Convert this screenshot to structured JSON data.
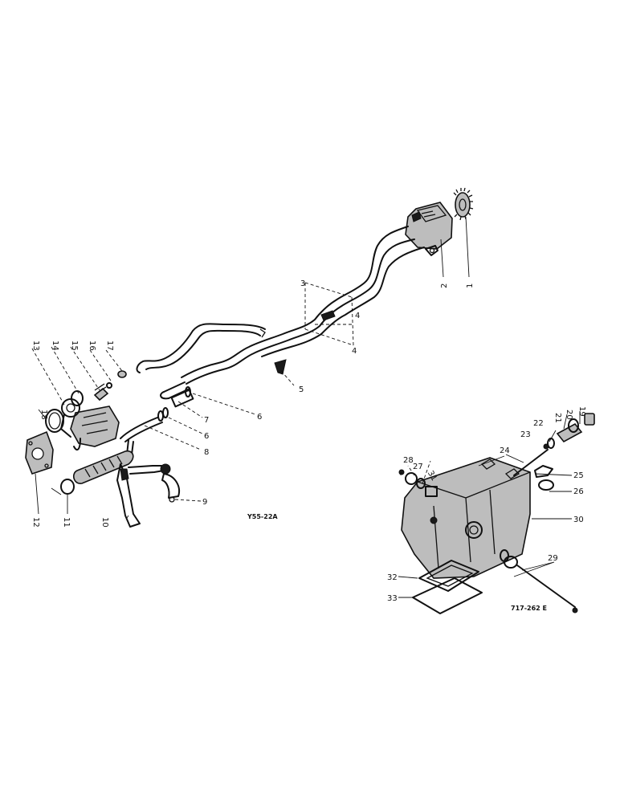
{
  "figure": {
    "left_reference": "Y55-22A",
    "right_reference": "717-262 E"
  },
  "callouts": {
    "c1": "1",
    "c2": "2",
    "c3": "3",
    "c4a": "4",
    "c4b": "4",
    "c5": "5",
    "c6a": "6",
    "c6b": "6",
    "c7": "7",
    "c8": "8",
    "c9": "9",
    "c10": "10",
    "c11": "11",
    "c12": "12",
    "c13": "13",
    "c14": "14",
    "c15": "15",
    "c16": "16",
    "c17": "17",
    "c18": "18",
    "c19": "19",
    "c20": "20",
    "c21": "21",
    "c22": "22",
    "c23": "23",
    "c24": "24",
    "c25": "25",
    "c26": "26",
    "c27": "27",
    "c28": "28",
    "c29": "29",
    "c30": "30",
    "c31": "31",
    "c32": "32",
    "c33": "33"
  }
}
